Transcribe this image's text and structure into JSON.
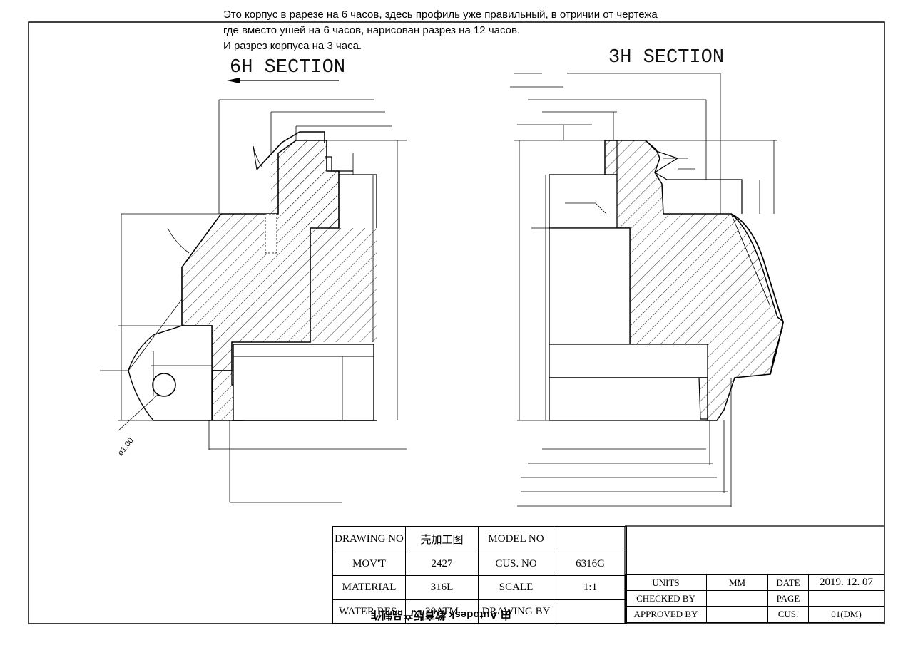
{
  "note": {
    "lines": [
      "Это корпус в рарезе на 6 часов, здесь профиль уже правильный, в отричии от чертежа",
      "где вместо ушей на 6 часов, нарисован разрез на 12 часов.",
      "И разрез корпуса на 3 часа."
    ]
  },
  "sections": {
    "left_title": "6H SECTION",
    "right_title": "3H SECTION"
  },
  "dimensions": {
    "hole_diameter": "ø1.00"
  },
  "title_block": {
    "drawing_no_label": "DRAWING NO",
    "drawing_no_value": "壳加工图",
    "model_no_label": "MODEL NO",
    "model_no_value": "",
    "movt_label": "MOV'T",
    "movt_value": "2427",
    "cus_no_label": "CUS. NO",
    "cus_no_value": "6316G",
    "material_label": "MATERIAL",
    "material_value": "316L",
    "scale_label": "SCALE",
    "scale_value": "1:1",
    "water_res_label": "WATER RES.",
    "water_res_value": "20ATM",
    "drawing_by_label": "DRAWING BY",
    "units_label": "UNITS",
    "units_value": "MM",
    "date_label": "DATE",
    "date_value": "2019. 12. 07",
    "checked_by_label": "CHECKED BY",
    "page_label": "PAGE",
    "approved_by_label": "APPROVED BY",
    "cus_label": "CUS.",
    "cus_value": "01(DM)"
  },
  "watermark": "由 Autodesk 教育版产品制作"
}
